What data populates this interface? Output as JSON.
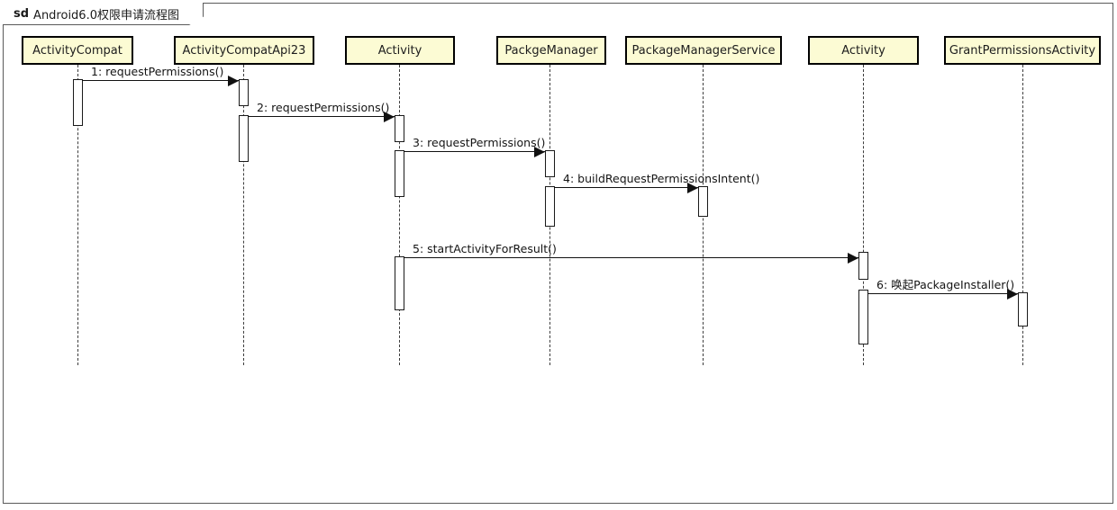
{
  "frame": {
    "keyword": "sd",
    "title": "Android6.0权限申请流程图"
  },
  "lifelines": [
    {
      "id": "activitycompat",
      "label": "ActivityCompat"
    },
    {
      "id": "activitycompatapi23",
      "label": "ActivityCompatApi23"
    },
    {
      "id": "activity-1",
      "label": "Activity"
    },
    {
      "id": "packgemanager",
      "label": "PackgeManager"
    },
    {
      "id": "packagemanagerservice",
      "label": "PackageManagerService"
    },
    {
      "id": "activity-2",
      "label": "Activity"
    },
    {
      "id": "grantpermissionsactivity",
      "label": "GrantPermissionsActivity"
    }
  ],
  "messages": [
    {
      "seq": "1",
      "name": "requestPermissions()",
      "label": "1: requestPermissions()",
      "from": "activitycompat",
      "to": "activitycompatapi23",
      "direction": "right"
    },
    {
      "seq": "2",
      "name": "requestPermissions()",
      "label": "2: requestPermissions()",
      "from": "activitycompatapi23",
      "to": "activity-1",
      "direction": "right"
    },
    {
      "seq": "3",
      "name": "requestPermissions()",
      "label": "3: requestPermissions()",
      "from": "activity-1",
      "to": "packgemanager",
      "direction": "right"
    },
    {
      "seq": "4",
      "name": "buildRequestPermissionsIntent()",
      "label": "4: buildRequestPermissionsIntent()",
      "from": "packgemanager",
      "to": "packagemanagerservice",
      "direction": "right"
    },
    {
      "seq": "5",
      "name": "startActivityForResult()",
      "label": "5: startActivityForResult()",
      "from": "activity-1",
      "to": "activity-2",
      "direction": "right"
    },
    {
      "seq": "6",
      "name": "唤起PackageInstaller()",
      "label": "6: 唤起PackageInstaller()",
      "from": "activity-2",
      "to": "grantpermissionsactivity",
      "direction": "right"
    }
  ],
  "colors": {
    "head_fill": "#FCFBD4",
    "head_border": "#000000",
    "frame_border": "#5a5a5a",
    "line": "#111111",
    "lifeline": "#3d3d3d"
  }
}
